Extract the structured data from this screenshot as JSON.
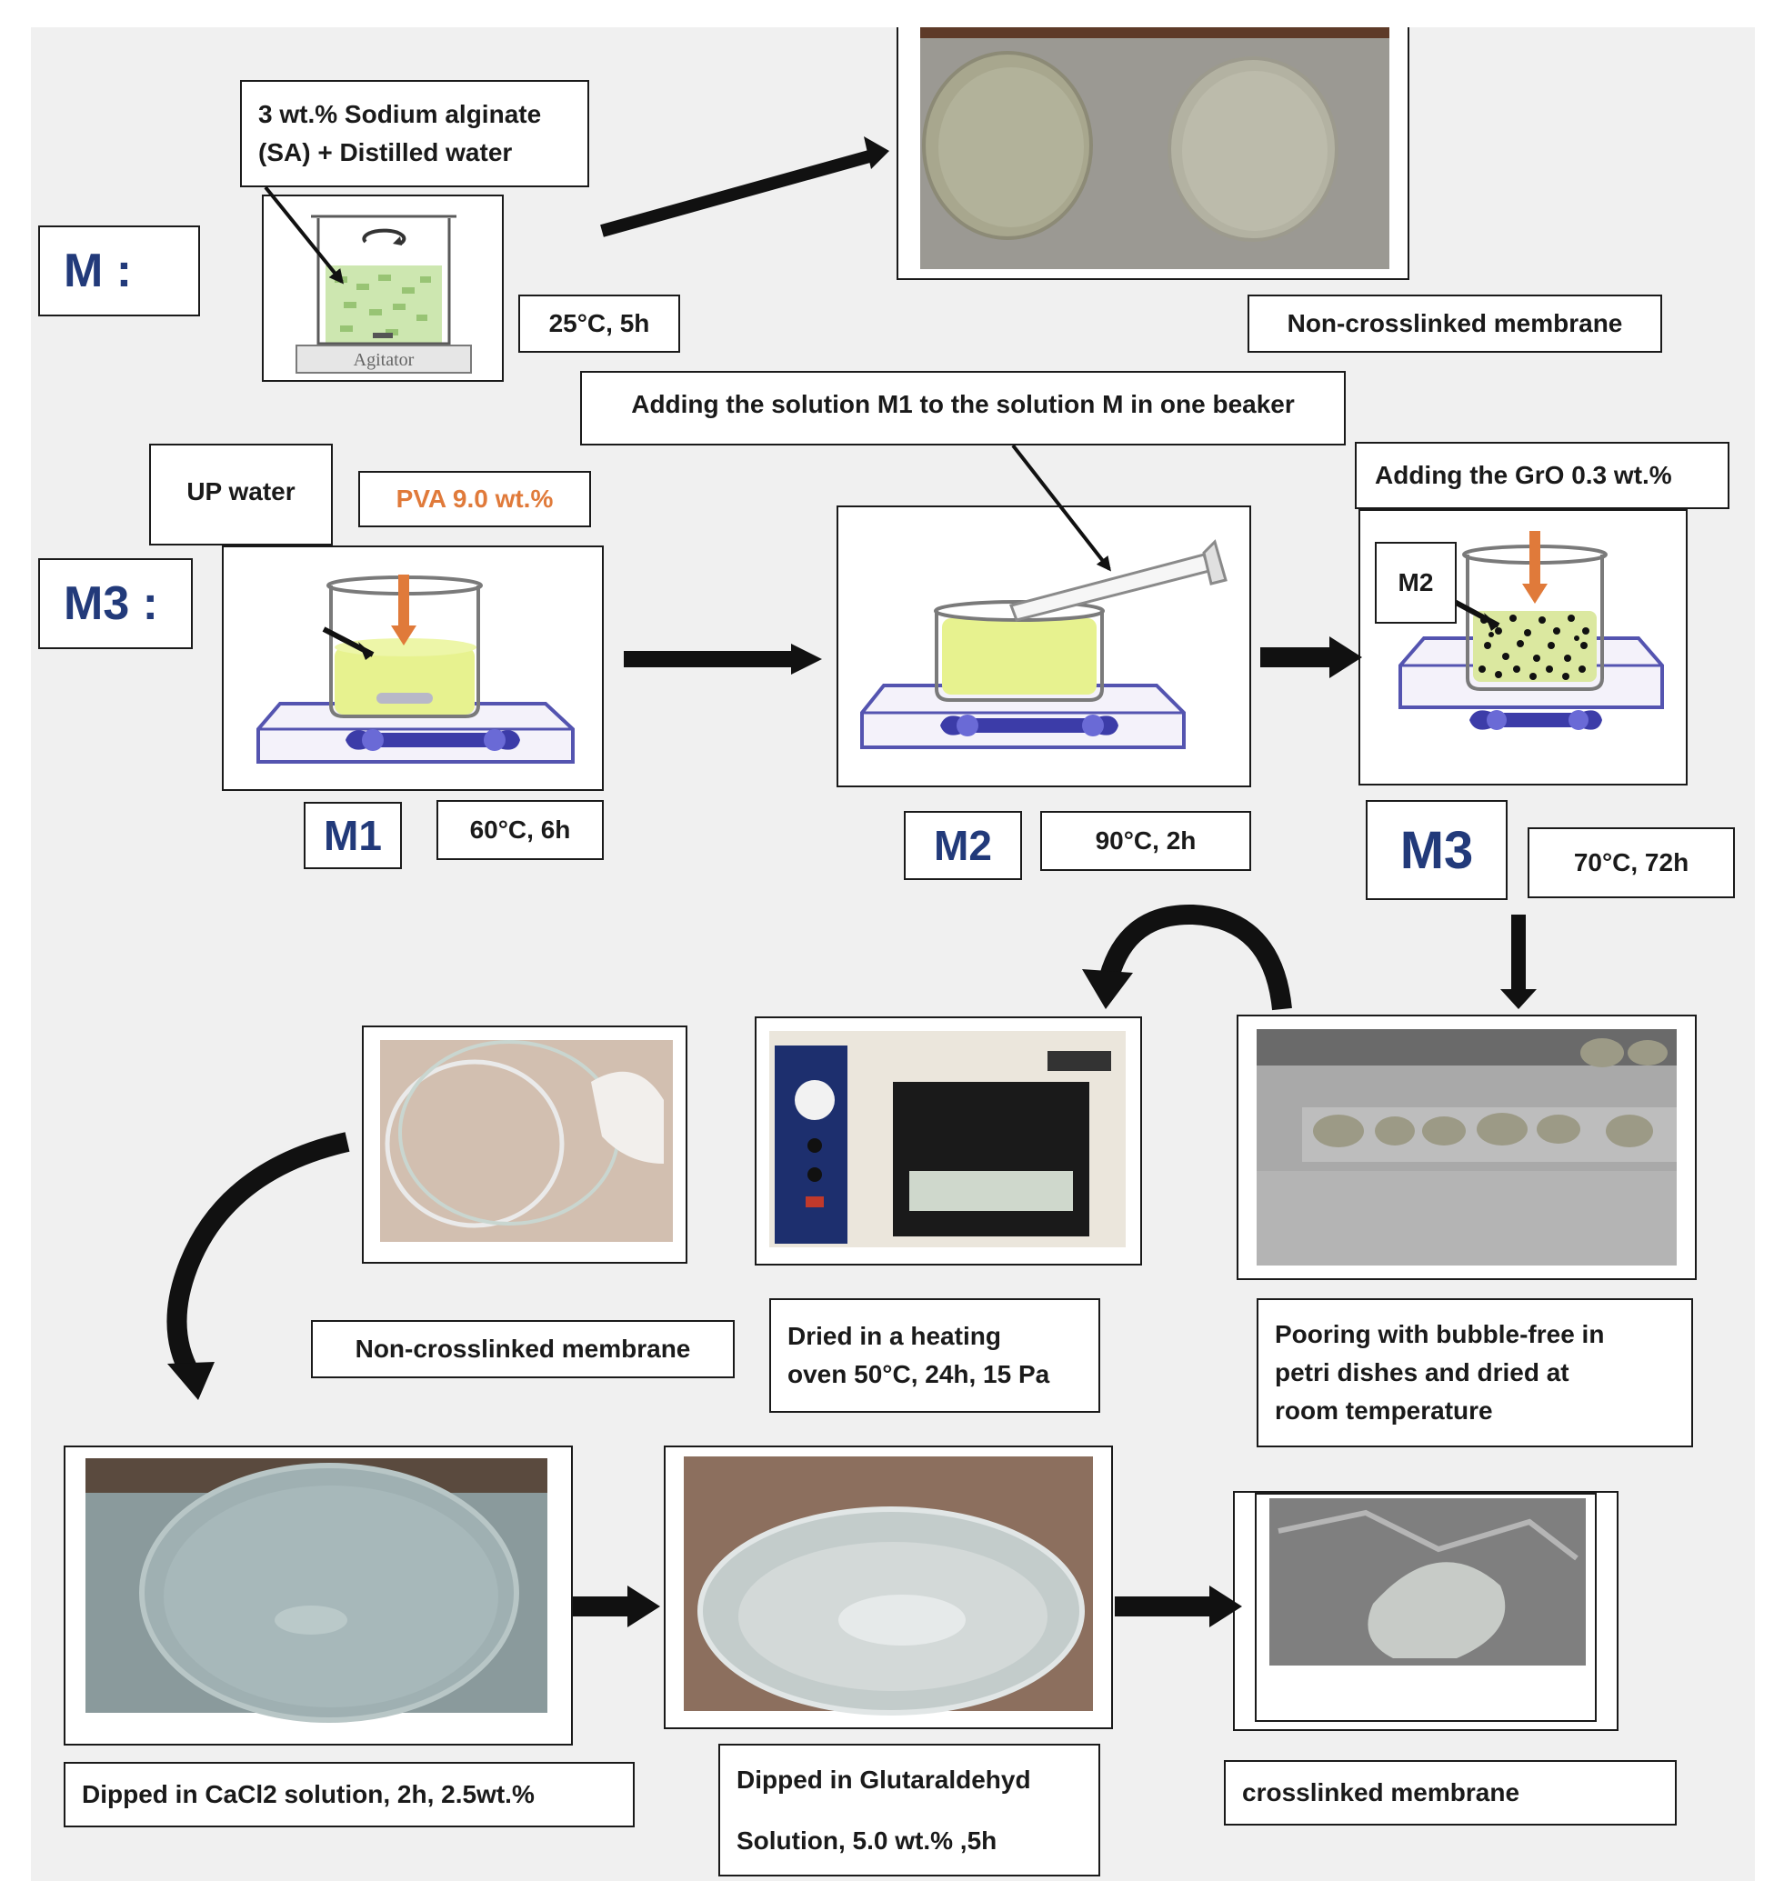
{
  "sections": {
    "m_label": "M :",
    "m3_label": "M3 :"
  },
  "steps": {
    "sa_solution": "3 wt.% Sodium alginate\n(SA) + Distilled water",
    "agitator": "Agitator",
    "m_condition": "25°C, 5h",
    "noncross_top": "Non-crosslinked membrane",
    "adding_m1": "Adding the solution M1 to the solution M in one beaker",
    "up_water": "UP water",
    "pva": "PVA 9.0 wt.%",
    "adding_gro": "Adding the GrO 0.3 wt.%",
    "m2_small": "M2",
    "m1": "M1",
    "m1_condition": "60°C, 6h",
    "m2": "M2",
    "m2_condition": "90°C, 2h",
    "m3": "M3",
    "m3_condition": "70°C, 72h",
    "noncross_mid": "Non-crosslinked membrane",
    "dried": "Dried in a heating\noven 50°C, 24h, 15 Pa",
    "pooring": "Pooring with bubble-free in\npetri dishes and dried at\nroom temperature",
    "cacl2": "Dipped in CaCl2 solution, 2h, 2.5wt.%",
    "glutar": "Dipped in Glutaraldehyd\n\nSolution, 5.0 wt.% ,5h",
    "crosslinked": "crosslinked membrane"
  },
  "colors": {
    "label_blue": "#223a7a",
    "pva_orange": "#e07a3a",
    "solution_yellow": "#e7f28f",
    "stirrer_purple": "#3c3ca8",
    "arrow": "#111111"
  }
}
